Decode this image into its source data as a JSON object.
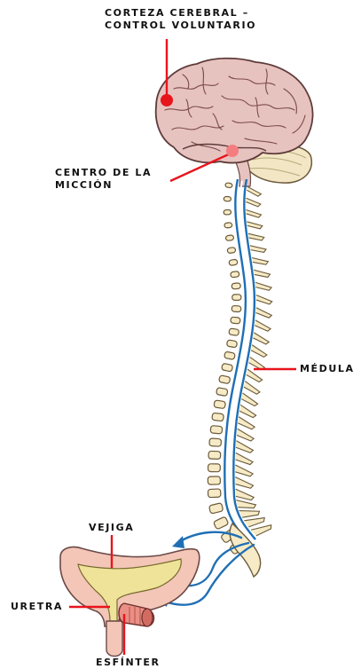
{
  "labels": {
    "cortex_line1": "CORTEZA CEREBRAL –",
    "cortex_line2": "CONTROL VOLUNTARIO",
    "center_line1": "CENTRO DE LA",
    "center_line2": "MICCIÓN",
    "spinal_cord": "MÉDULA",
    "bladder": "VEJIGA",
    "urethra": "URETRA",
    "sphincter": "ESFÍNTER"
  },
  "colors": {
    "leader_line": "#e8141c",
    "nerve_pathway": "#1f6fb5",
    "brain": "#e7c3c0",
    "cerebellum": "#f2e6c4",
    "vertebra": "#f6ebc6",
    "bladder_wall": "#f3c6b8",
    "urine": "#efe39a"
  }
}
